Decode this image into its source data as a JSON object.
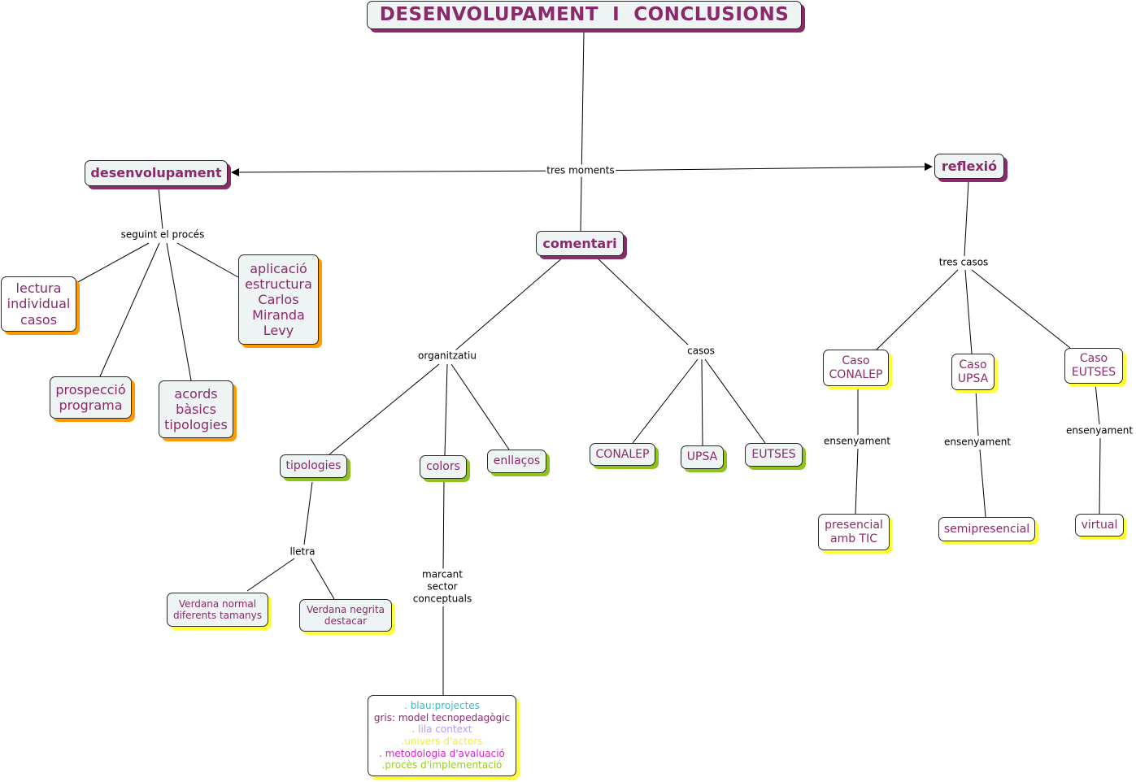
{
  "title": "DESENVOLUPAMENT  I  CONCLUSIONS",
  "nodes": {
    "desenvolupament": "desenvolupament",
    "comentari": "comentari",
    "reflexio": "reflexió",
    "lectura": "lectura\nindividual\ncasos",
    "aplicacio": "aplicació\nestructura\nCarlos\nMiranda\nLevy",
    "prospeccio": "prospecció\nprograma",
    "acords": "acords\nbàsics\ntipologies",
    "tipologies": "tipologies",
    "colors": "colors",
    "enllacos": "enllaços",
    "conalep": "CONALEP",
    "upsa": "UPSA",
    "eutses": "EUTSES",
    "verdana_normal": "Verdana normal\ndiferents tamanys",
    "verdana_negrita": "Verdana negrita\ndestacar",
    "caso_conalep": "Caso\nCONALEP",
    "caso_upsa": "Caso\nUPSA",
    "caso_eutses": "Caso\nEUTSES",
    "presencial": "presencial\namb TIC",
    "semipresencial": "semipresencial",
    "virtual": "virtual"
  },
  "legend": [
    {
      "text": ". blau:projectes",
      "color": "#33bbcc"
    },
    {
      "text": "gris: model tecnopedagògic",
      "color": "#8b2a6a"
    },
    {
      "text": ". lila context",
      "color": "#bb99ee"
    },
    {
      "text": ".univers d'actors",
      "color": "#eeee33"
    },
    {
      "text": ". metodologia d'avaluació",
      "color": "#dd22cc"
    },
    {
      "text": ".procès d'implementació",
      "color": "#99cc22"
    }
  ],
  "labels": {
    "tres_moments": "tres moments",
    "seguint": "seguint el procés",
    "organitzatiu": "organitzatiu",
    "casos": "casos",
    "lletra": "lletra",
    "marcant": "marcant\nsector\nconceptuals",
    "tres_casos": "tres casos",
    "ensenyament_1": "ensenyament",
    "ensenyament_2": "ensenyament",
    "ensenyament_3": "ensenyament"
  },
  "colors": {
    "text": "#8b2a6a",
    "shadow_purple": "#8b2a6a",
    "shadow_orange": "#ff9900",
    "shadow_green": "#8dc21f",
    "shadow_yellow": "#ffff33"
  }
}
